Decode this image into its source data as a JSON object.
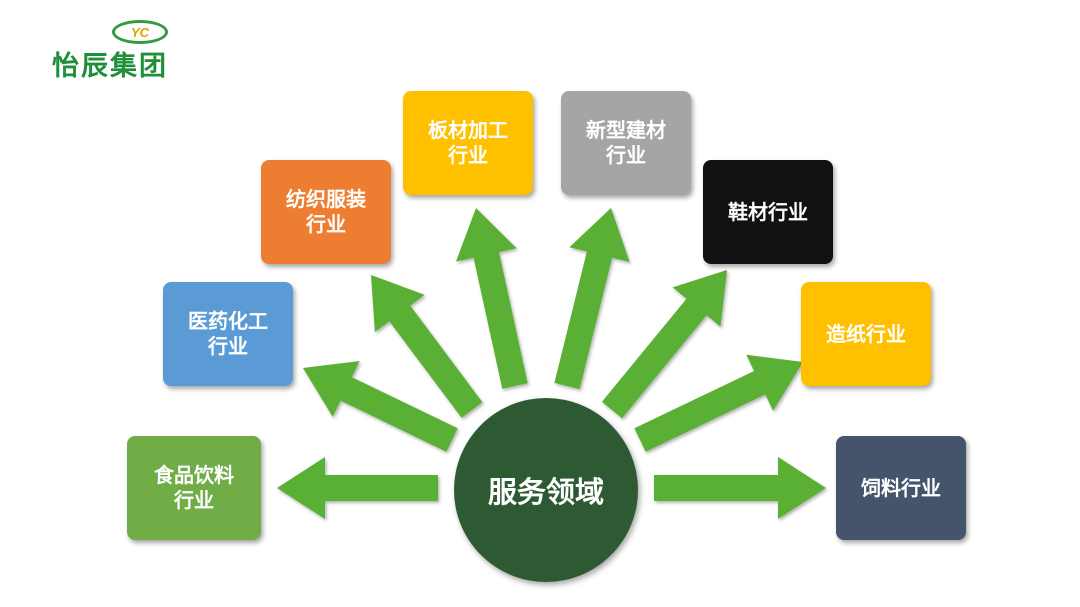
{
  "logo": {
    "badge_text": "YC",
    "company_name": "怡辰集团"
  },
  "diagram": {
    "center_label": "服务领域",
    "colors": {
      "arrow": "#5aaf34",
      "center": "#2e5a33"
    },
    "nodes": [
      {
        "id": "food",
        "label": "食品饮料\n行业",
        "color": "#70ad47"
      },
      {
        "id": "pharma",
        "label": "医药化工\n行业",
        "color": "#5b9bd5"
      },
      {
        "id": "textile",
        "label": "纺织服装\n行业",
        "color": "#ed7d31"
      },
      {
        "id": "board",
        "label": "板材加工\n行业",
        "color": "#ffc000"
      },
      {
        "id": "building",
        "label": "新型建材\n行业",
        "color": "#a5a5a5"
      },
      {
        "id": "shoe",
        "label": "鞋材行业",
        "color": "#111111"
      },
      {
        "id": "paper",
        "label": "造纸行业",
        "color": "#ffc000"
      },
      {
        "id": "feed",
        "label": "饲料行业",
        "color": "#44546a"
      }
    ]
  }
}
